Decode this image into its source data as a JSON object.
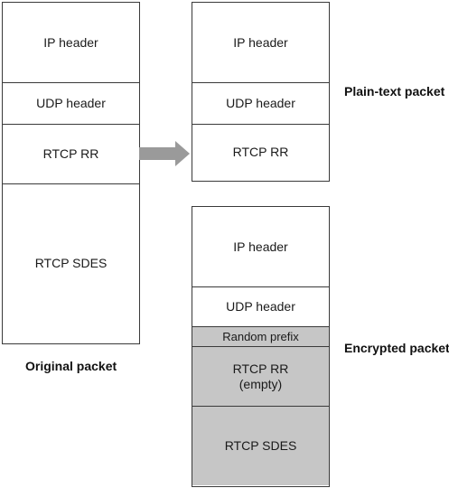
{
  "original_packet": {
    "caption": "Original packet",
    "rows": [
      "IP header",
      "UDP header",
      "RTCP RR",
      "RTCP SDES"
    ]
  },
  "plaintext_packet": {
    "caption": "Plain-text packet",
    "rows": [
      "IP header",
      "UDP header",
      "RTCP RR"
    ]
  },
  "encrypted_packet": {
    "caption": "Encrypted packet",
    "rows": [
      "IP header",
      "UDP header",
      "Random prefix",
      "RTCP RR\n(empty)",
      "RTCP SDES"
    ]
  },
  "colors": {
    "border": "#3a3a3a",
    "encrypted_fill": "#c6c6c6",
    "arrow": "#9a9a9a"
  }
}
